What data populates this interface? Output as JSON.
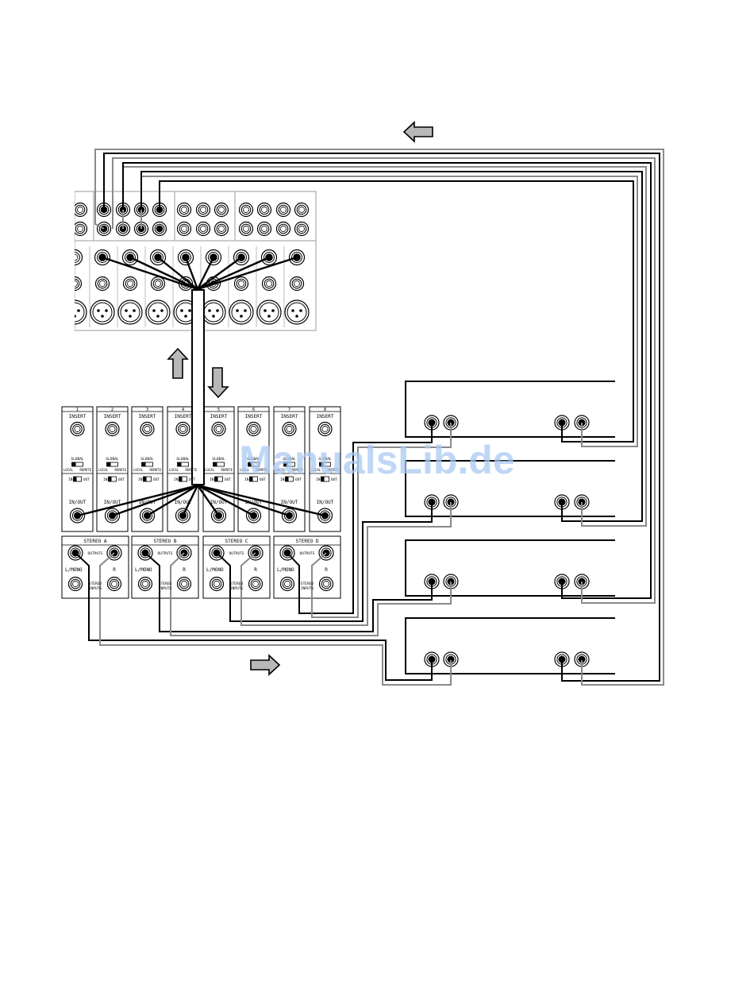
{
  "watermark": "ManualsLib.de",
  "channels": [
    {
      "number": "1",
      "insert_label": "INSERT",
      "switch_label": "GLOBAL",
      "local_label": "LOCAL",
      "remote_label": "REMOTE",
      "in_label": "IN",
      "out_label": "OUT",
      "inout_label": "IN/OUT"
    },
    {
      "number": "2",
      "insert_label": "INSERT",
      "switch_label": "GLOBAL",
      "local_label": "LOCAL",
      "remote_label": "REMOTE",
      "in_label": "IN",
      "out_label": "OUT",
      "inout_label": "IN/OUT"
    },
    {
      "number": "3",
      "insert_label": "INSERT",
      "switch_label": "GLOBAL",
      "local_label": "LOCAL",
      "remote_label": "REMOTE",
      "in_label": "IN",
      "out_label": "OUT",
      "inout_label": "IN/OUT"
    },
    {
      "number": "4",
      "insert_label": "INSERT",
      "switch_label": "GLOBAL",
      "local_label": "LOCAL",
      "remote_label": "REMOTE",
      "in_label": "IN",
      "out_label": "OUT",
      "inout_label": "IN/OUT"
    },
    {
      "number": "5",
      "insert_label": "INSERT",
      "switch_label": "GLOBAL",
      "local_label": "LOCAL",
      "remote_label": "REMOTE",
      "in_label": "IN",
      "out_label": "OUT",
      "inout_label": "IN/OUT"
    },
    {
      "number": "6",
      "insert_label": "INSERT",
      "switch_label": "GLOBAL",
      "local_label": "LOCAL",
      "remote_label": "REMOTE",
      "in_label": "IN",
      "out_label": "OUT",
      "inout_label": "IN/OUT"
    },
    {
      "number": "7",
      "insert_label": "INSERT",
      "switch_label": "GLOBAL",
      "local_label": "LOCAL",
      "remote_label": "REMOTE",
      "in_label": "IN",
      "out_label": "OUT",
      "inout_label": "IN/OUT"
    },
    {
      "number": "8",
      "insert_label": "INSERT",
      "switch_label": "GLOBAL",
      "local_label": "LOCAL",
      "remote_label": "REMOTE",
      "in_label": "IN",
      "out_label": "OUT",
      "inout_label": "IN/OUT"
    }
  ],
  "stereo_groups": [
    {
      "title": "STEREO A",
      "outputs_label": "OUTPUTS",
      "left_label": "L/MONO",
      "right_label": "R",
      "inputs_label_1": "STEREO",
      "inputs_label_2": "INPUTS"
    },
    {
      "title": "STEREO B",
      "outputs_label": "OUTPUTS",
      "left_label": "L/MONO",
      "right_label": "R",
      "inputs_label_1": "STEREO",
      "inputs_label_2": "INPUTS"
    },
    {
      "title": "STEREO C",
      "outputs_label": "OUTPUTS",
      "left_label": "L/MONO",
      "right_label": "R",
      "inputs_label_1": "STEREO",
      "inputs_label_2": "INPUTS"
    },
    {
      "title": "STEREO D",
      "outputs_label": "OUTPUTS",
      "left_label": "L/MONO",
      "right_label": "R",
      "inputs_label_1": "STEREO",
      "inputs_label_2": "INPUTS"
    }
  ],
  "colors": {
    "cable_black": "#000000",
    "cable_gray": "#8a8a8a",
    "arrow_fill": "#b8b8b8",
    "watermark": "#a9c9f2"
  }
}
